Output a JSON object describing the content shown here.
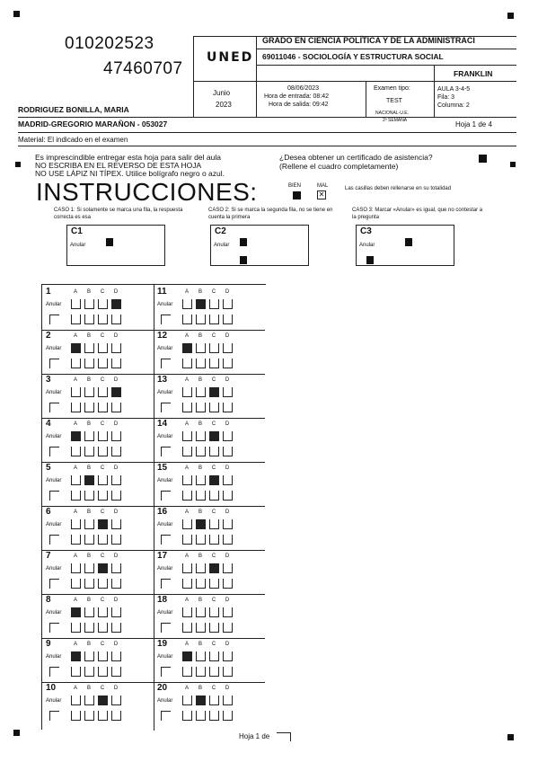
{
  "header": {
    "student_id": "010202523",
    "document_id": "47460707",
    "university_logo": "UNED",
    "degree": "GRADO EN CIENCIA POLÍTICA Y DE LA ADMINISTRACI",
    "course": "69011046 - SOCIOLOGÍA Y ESTRUCTURA SOCIAL",
    "group_name": "FRANKLIN",
    "student_name": "RODRIGUEZ BONILLA, MARIA",
    "session_month": "Junio",
    "session_year": "2023",
    "exam_date": "08/06/2023",
    "entry_time": "Hora de entrada: 08:42",
    "exit_time": "Hora de salida: 09:42",
    "exam_type_label": "Examen tipo:",
    "exam_type": "TEST",
    "exam_scope": "NACIONAL-U.E.",
    "week": "2ª SEMANA",
    "room": "AULA 3-4-5",
    "row": "Fila: 3",
    "column": "Columna: 2",
    "center": "MADRID-GREGORIO MARAÑON - 053027",
    "sheet_page": "Hoja 1 de 4",
    "material": "Material: El indicado en el examen"
  },
  "notices": {
    "line1": "Es imprescindible entregar esta hoja para salir del aula",
    "line2": "NO ESCRIBA EN EL REVERSO DE ESTA HOJA",
    "line3": "NO USE LÁPIZ NI TÍPEX. Utilice bolígrafo negro o azul.",
    "certificate_q": "¿Desea obtener un certificado de asistencia?",
    "certificate_hint": "(Rellene el cuadro completamente)"
  },
  "instructions": {
    "title": "INSTRUCCIONES:",
    "good_label": "BIEN",
    "bad_label": "MAL",
    "fill_note": "Las casillas deben rellenarse en su totalidad",
    "case1": "CASO 1: Si solamente se marca una fila, la respuesta correcta es esa",
    "case2": "CASO 2: Si se marca la segunda fila, no se tiene en cuenta la primera",
    "case3": "CASO 3: Marcar «Anular» es igual, que no contestar a la pregunta",
    "c1": "C1",
    "c2": "C2",
    "c3": "C3",
    "anular": "Anular",
    "letters": [
      "A",
      "B",
      "C",
      "D"
    ]
  },
  "answers": [
    {
      "n": "1",
      "row1": [
        0,
        0,
        0,
        1
      ],
      "row2": [
        0,
        0,
        0,
        0
      ]
    },
    {
      "n": "2",
      "row1": [
        1,
        0,
        0,
        0
      ],
      "row2": [
        0,
        0,
        0,
        0
      ]
    },
    {
      "n": "3",
      "row1": [
        0,
        0,
        0,
        1
      ],
      "row2": [
        0,
        0,
        0,
        0
      ]
    },
    {
      "n": "4",
      "row1": [
        1,
        0,
        0,
        0
      ],
      "row2": [
        0,
        0,
        0,
        0
      ]
    },
    {
      "n": "5",
      "row1": [
        0,
        1,
        0,
        0
      ],
      "row2": [
        0,
        0,
        0,
        0
      ]
    },
    {
      "n": "6",
      "row1": [
        0,
        0,
        1,
        0
      ],
      "row2": [
        0,
        0,
        0,
        0
      ]
    },
    {
      "n": "7",
      "row1": [
        0,
        0,
        1,
        0
      ],
      "row2": [
        0,
        0,
        0,
        0
      ]
    },
    {
      "n": "8",
      "row1": [
        1,
        0,
        0,
        0
      ],
      "row2": [
        0,
        0,
        0,
        0
      ]
    },
    {
      "n": "9",
      "row1": [
        1,
        0,
        0,
        0
      ],
      "row2": [
        0,
        0,
        0,
        0
      ]
    },
    {
      "n": "10",
      "row1": [
        0,
        0,
        1,
        0
      ],
      "row2": [
        0,
        0,
        0,
        0
      ]
    },
    {
      "n": "11",
      "row1": [
        0,
        1,
        0,
        0
      ],
      "row2": [
        0,
        0,
        0,
        0
      ]
    },
    {
      "n": "12",
      "row1": [
        1,
        0,
        0,
        0
      ],
      "row2": [
        0,
        0,
        0,
        0
      ]
    },
    {
      "n": "13",
      "row1": [
        0,
        0,
        1,
        0
      ],
      "row2": [
        0,
        0,
        0,
        0
      ]
    },
    {
      "n": "14",
      "row1": [
        0,
        0,
        1,
        0
      ],
      "row2": [
        0,
        0,
        0,
        0
      ]
    },
    {
      "n": "15",
      "row1": [
        0,
        0,
        1,
        0
      ],
      "row2": [
        0,
        0,
        0,
        0
      ]
    },
    {
      "n": "16",
      "row1": [
        0,
        1,
        0,
        0
      ],
      "row2": [
        0,
        0,
        0,
        0
      ]
    },
    {
      "n": "17",
      "row1": [
        0,
        0,
        1,
        0
      ],
      "row2": [
        0,
        0,
        0,
        0
      ]
    },
    {
      "n": "18",
      "row1": [
        0,
        0,
        0,
        0
      ],
      "row2": [
        0,
        0,
        0,
        0
      ]
    },
    {
      "n": "19",
      "row1": [
        1,
        0,
        0,
        0
      ],
      "row2": [
        0,
        0,
        0,
        0
      ]
    },
    {
      "n": "20",
      "row1": [
        0,
        1,
        0,
        0
      ],
      "row2": [
        0,
        0,
        0,
        0
      ]
    }
  ],
  "footer": {
    "sheet_bottom": "Hoja 1 de"
  }
}
